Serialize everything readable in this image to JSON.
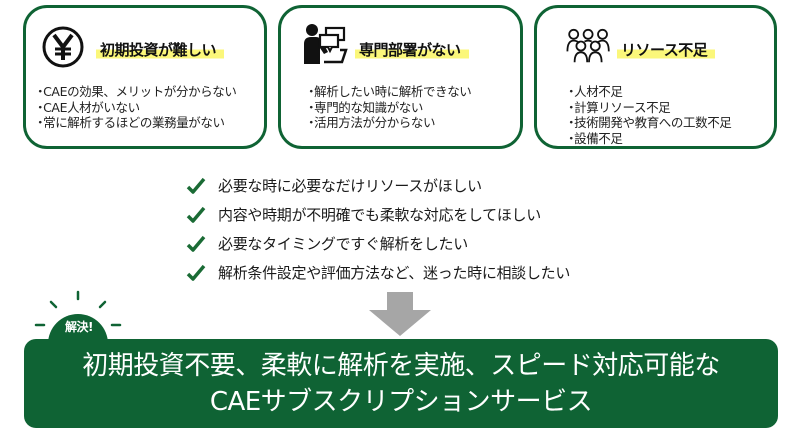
{
  "colors": {
    "accent_green": "#0f6334",
    "highlight_yellow": "#fbf77a",
    "arrow_gray": "#a6a6a6"
  },
  "problems": [
    {
      "icon": "yen-icon",
      "title": "初期投資が難しい",
      "items": [
        "CAEの効果、メリットが分からない",
        "CAE人材がいない",
        "常に解析するほどの業務量がない"
      ]
    },
    {
      "icon": "person-at-computer-icon",
      "title": "専門部署がない",
      "items": [
        "解析したい時に解析できない",
        "専門的な知識がない",
        "活用方法が分からない"
      ]
    },
    {
      "icon": "group-of-people-icon",
      "title": "リソース不足",
      "items": [
        "人材不足",
        "計算リソース不足",
        "技術開発や教育への工数不足",
        "設備不足"
      ]
    }
  ],
  "needs": [
    "必要な時に必要なだけリソースがほしい",
    "内容や時期が不明確でも柔軟な対応をしてほしい",
    "必要なタイミングですぐ解析をしたい",
    "解析条件設定や評価方法など、迷った時に相談したい"
  ],
  "solution": {
    "badge": "解決!",
    "line1": "初期投資不要、柔軟に解析を実施、スピード対応可能な",
    "line2": "CAEサブスクリプションサービス"
  }
}
